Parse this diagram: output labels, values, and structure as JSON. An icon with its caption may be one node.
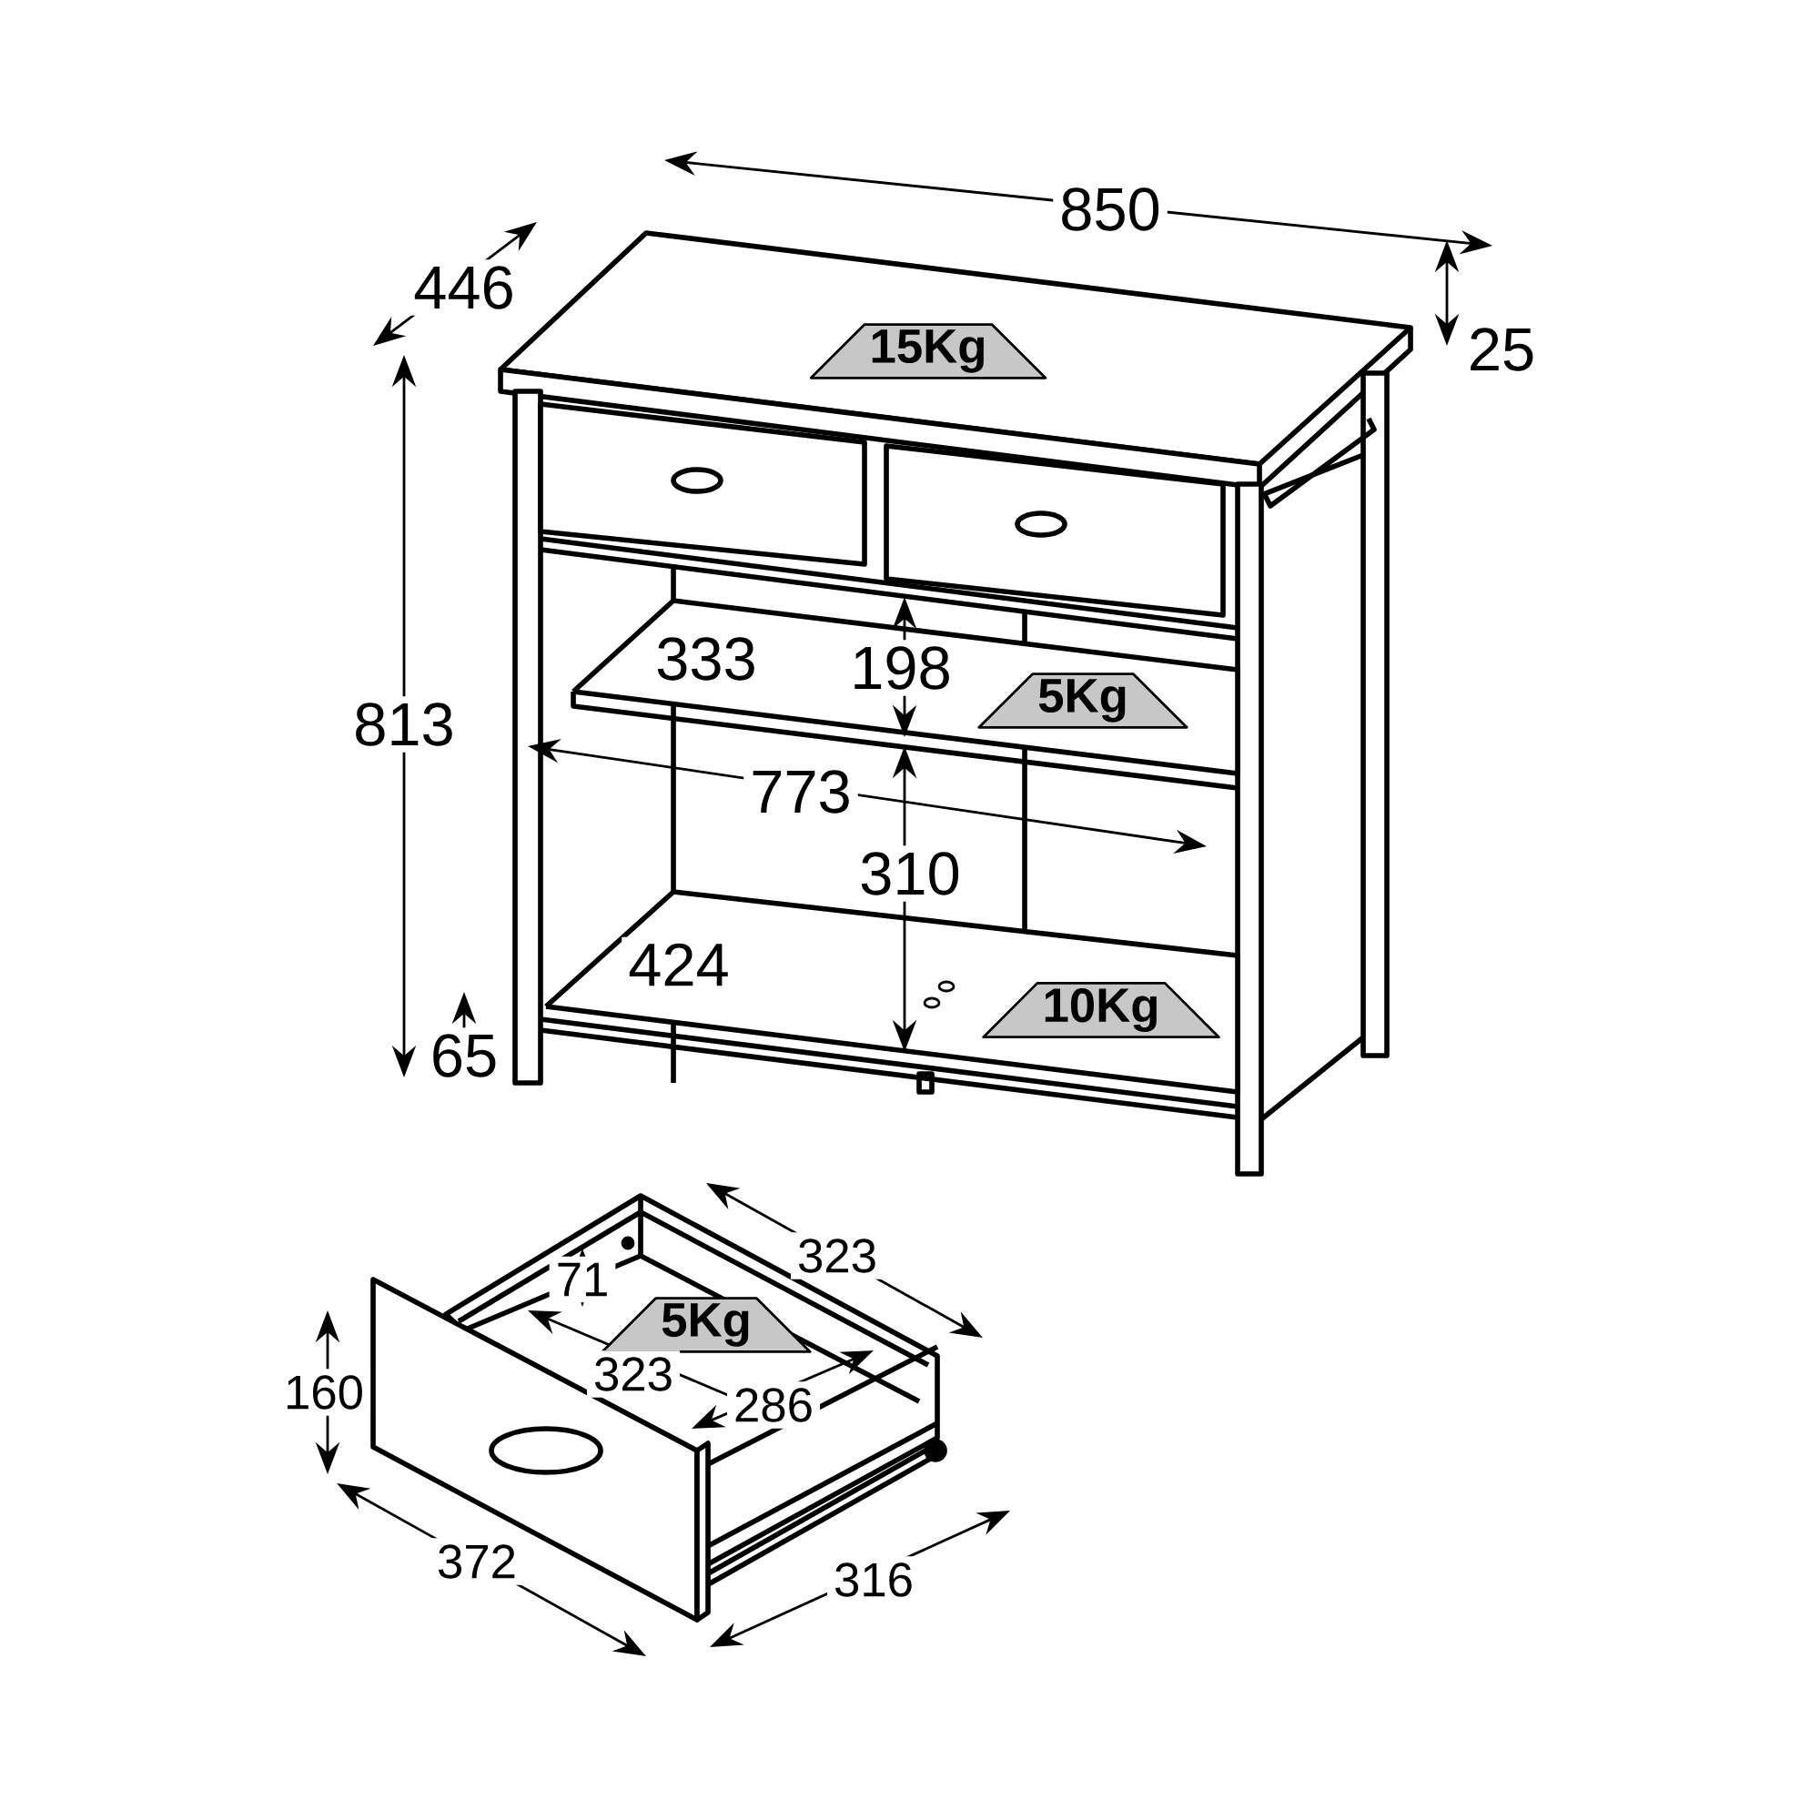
{
  "diagram": {
    "nodes": [
      {
        "text": [
          "15Kg"
        ]
      },
      {
        "text": [
          "5Kg"
        ]
      },
      {
        "text": [
          "10Kg"
        ]
      },
      {
        "text": [
          "5Kg"
        ]
      }
    ],
    "labels": [
      "850",
      "446",
      "25",
      "813",
      "333",
      "198",
      "773",
      "310",
      "424",
      "65",
      "323",
      "71",
      "323",
      "286",
      "160",
      "372",
      "316"
    ]
  }
}
